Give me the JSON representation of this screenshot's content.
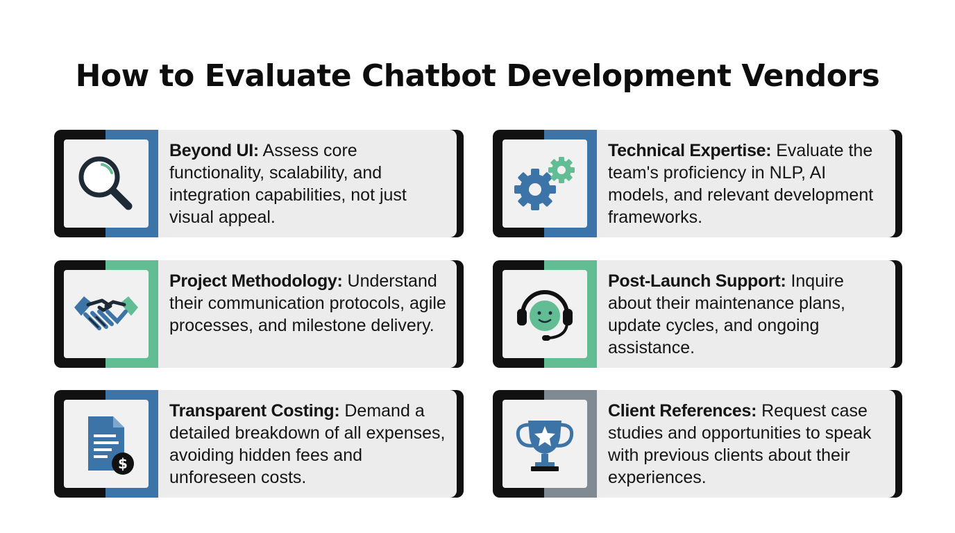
{
  "title": "How to Evaluate Chatbot Development Vendors",
  "colors": {
    "blue_accent": "#3d74a8",
    "green_accent": "#62bd95",
    "gray_accent": "#7f8a92",
    "card_dark": "#111111",
    "panel_bg": "#ececec"
  },
  "cards": [
    {
      "icon": "magnifier-icon",
      "heading": "Beyond UI:",
      "body": "Assess core functionality, scalability, and integration capabilities, not just visual appeal."
    },
    {
      "icon": "gears-icon",
      "heading": "Technical Expertise:",
      "body": "Evaluate the team's proficiency in NLP, AI models, and relevant development frameworks."
    },
    {
      "icon": "handshake-icon",
      "heading": "Project Methodology:",
      "body": "Understand their communication protocols, agile processes, and milestone delivery."
    },
    {
      "icon": "headset-agent-icon",
      "heading": "Post-Launch Support:",
      "body": "Inquire about their maintenance plans, update cycles, and ongoing assistance."
    },
    {
      "icon": "invoice-dollar-icon",
      "heading": "Transparent Costing:",
      "body": "Demand a detailed breakdown of all expenses, avoiding hidden fees and unforeseen costs."
    },
    {
      "icon": "trophy-icon",
      "heading": "Client References:",
      "body": "Request case studies and opportunities to speak with previous clients about their experiences."
    }
  ]
}
